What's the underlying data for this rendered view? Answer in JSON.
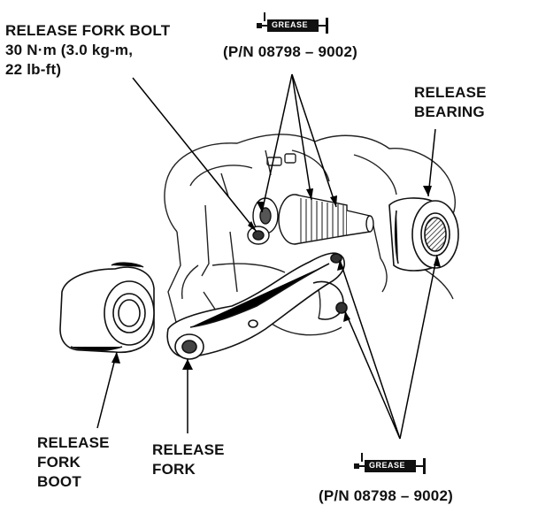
{
  "labels": {
    "release_fork_bolt": [
      "RELEASE FORK BOLT",
      "30 N·m (3.0 kg-m,",
      "22 lb-ft)"
    ],
    "grease_top_pn": "(P/N 08798 – 9002)",
    "release_bearing": [
      "RELEASE",
      "BEARING"
    ],
    "release_fork_boot": [
      "RELEASE",
      "FORK",
      "BOOT"
    ],
    "release_fork": [
      "RELEASE",
      "FORK"
    ],
    "grease_bottom_pn": "(P/N 08798 – 9002)"
  },
  "grease_tag": "GREASE",
  "icons": [
    "grease-gun-icon"
  ],
  "colors": {
    "ink": "#111111",
    "paper": "#ffffff"
  }
}
